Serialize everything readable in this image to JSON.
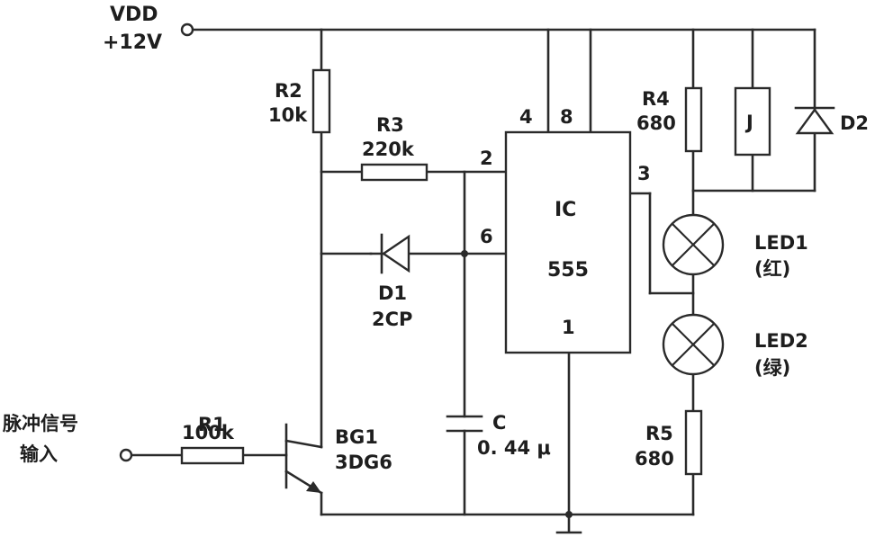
{
  "labels": {
    "vdd": "VDD",
    "supply": "+12V",
    "r2_name": "R2",
    "r2_value": "10k",
    "r3_name": "R3",
    "r3_value": "220k",
    "r1_name": "R1",
    "r1_value": "100k",
    "r4_name": "R4",
    "r4_value": "680",
    "r5_name": "R5",
    "r5_value": "680",
    "d1_name": "D1",
    "d1_value": "2CP",
    "d2_name": "D2",
    "relay": "J",
    "bg1_name": "BG1",
    "bg1_value": "3DG6",
    "cap_name": "C",
    "cap_value": "0. 44 μ",
    "ic_name": "IC",
    "ic_value": "555",
    "led1_name": "LED1",
    "led1_color": "(红)",
    "led2_name": "LED2",
    "led2_color": "(绿)",
    "input_line1": "脉冲信号",
    "input_line2": "输入"
  },
  "pins": {
    "p4": "4",
    "p8": "8",
    "p2": "2",
    "p6": "6",
    "p3": "3",
    "p1": "1"
  }
}
